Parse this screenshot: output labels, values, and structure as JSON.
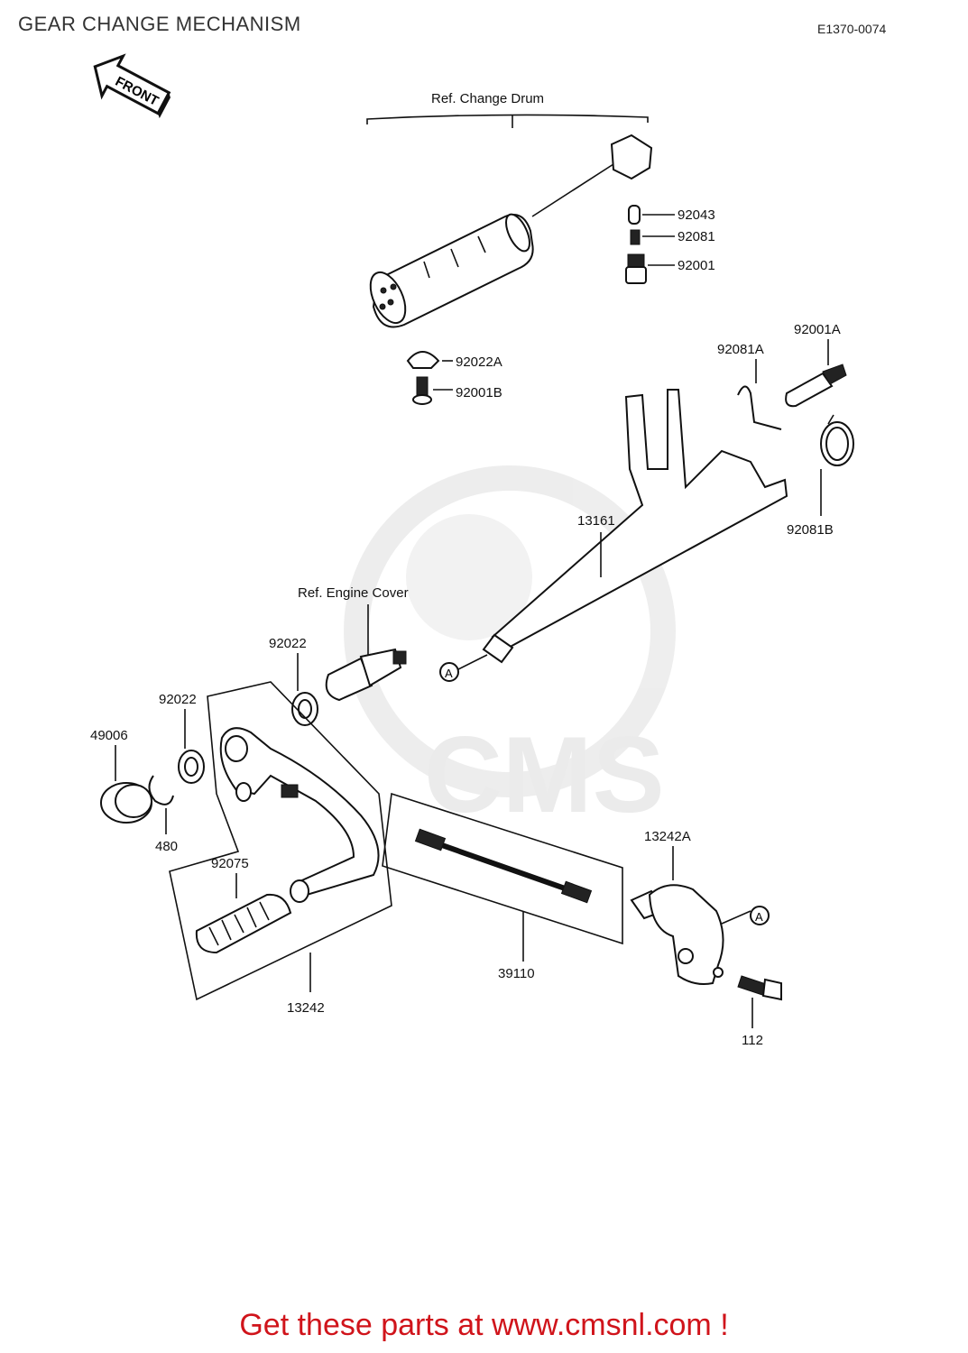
{
  "header": {
    "title": "GEAR CHANGE MECHANISM",
    "diagram_code": "E1370-0074"
  },
  "front_arrow_label": "FRONT",
  "references": {
    "change_drum": "Ref.  Change Drum",
    "engine_cover": "Ref.  Engine Cover"
  },
  "parts": {
    "p92043": "92043",
    "p92081": "92081",
    "p92001": "92001",
    "p92022A": "92022A",
    "p92001B": "92001B",
    "p92081A": "92081A",
    "p92001A": "92001A",
    "p13161": "13161",
    "p92081B": "92081B",
    "p92022_upper": "92022",
    "p92022_lower": "92022",
    "p49006": "49006",
    "p480": "480",
    "p92075": "92075",
    "p13242": "13242",
    "p39110": "39110",
    "p13242A": "13242A",
    "p112": "112"
  },
  "connectors": {
    "a_left": "A",
    "a_right": "A"
  },
  "footer": {
    "cta": "Get these parts at www.cmsnl.com !",
    "watermark": "CMS"
  },
  "colors": {
    "cta": "#d0141b",
    "watermark": "#e6e6e6"
  }
}
